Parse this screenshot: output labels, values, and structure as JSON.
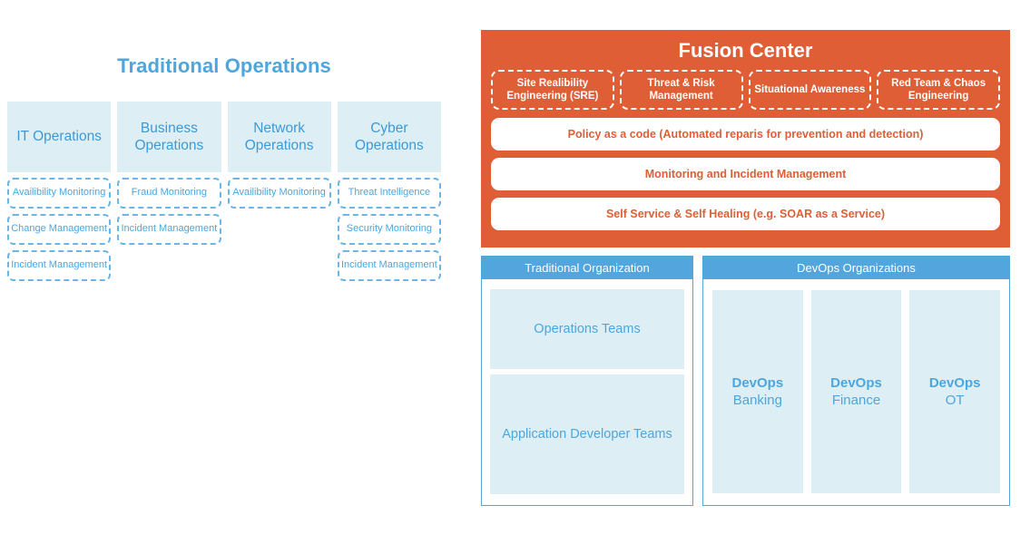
{
  "traditional_operations": {
    "title": "Traditional Operations",
    "columns": [
      {
        "header": "IT Operations",
        "items": [
          "Availibility Monitoring",
          "Change Management",
          "Incident Management"
        ]
      },
      {
        "header": "Business Operations",
        "items": [
          "Fraud Monitoring",
          "Incident Management"
        ]
      },
      {
        "header": "Network Operations",
        "items": [
          "Availibility Monitoring"
        ]
      },
      {
        "header": "Cyber Operations",
        "items": [
          "Threat Intelligence",
          "Security Monitoring",
          "Incident Management"
        ]
      }
    ]
  },
  "fusion_center": {
    "title": "Fusion Center",
    "accent_color": "#e05e36",
    "pillars": [
      "Site Realibility Engineering (SRE)",
      "Threat & Risk Management",
      "Situational Awareness",
      "Red Team & Chaos Engineering"
    ],
    "layers": [
      "Policy as a code (Automated reparis for prevention and detection)",
      "Monitoring and Incident Management",
      "Self Service & Self Healing (e.g. SOAR as a Service)"
    ]
  },
  "traditional_organization": {
    "header": "Traditional Organization",
    "accent_color": "#52a6dd",
    "boxes": [
      "Operations Teams",
      "Application Developer Teams"
    ]
  },
  "devops_organizations": {
    "header": "DevOps Organizations",
    "accent_color": "#52a6dd",
    "boxes": [
      {
        "line1": "DevOps",
        "line2": "Banking"
      },
      {
        "line1": "DevOps",
        "line2": "Finance"
      },
      {
        "line1": "DevOps",
        "line2": "OT"
      }
    ]
  }
}
